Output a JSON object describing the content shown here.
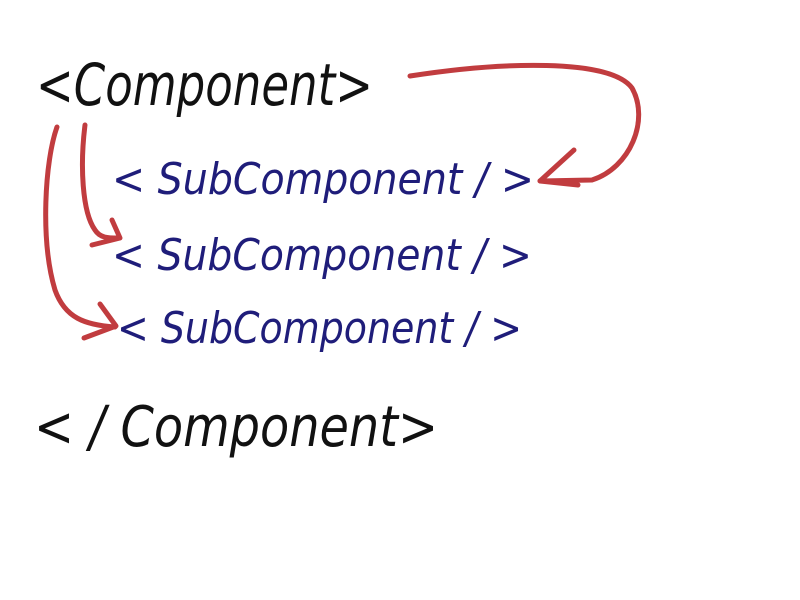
{
  "diagram": {
    "open_tag": "<Component>",
    "children": [
      "< SubComponent / >",
      "< SubComponent / >",
      "< SubComponent / >"
    ],
    "close_tag": "< / Component>",
    "colors": {
      "parent_text": "#111111",
      "child_text": "#1f1d7a",
      "arrow": "#c13c3f",
      "background": "#ffffff"
    }
  }
}
